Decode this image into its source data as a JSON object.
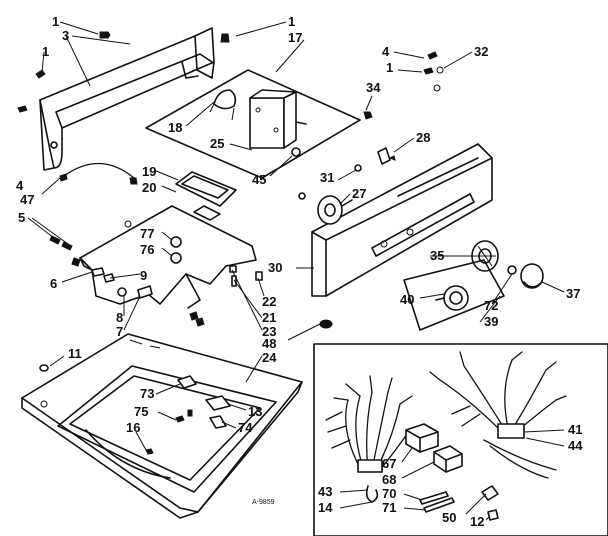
{
  "diagram_code": "A-9859",
  "callouts": {
    "c1a": "1",
    "c1b": "1",
    "c1c": "1",
    "c1d": "1",
    "c3": "3",
    "c4a": "4",
    "c4b": "4",
    "c17": "17",
    "c32": "32",
    "c34": "34",
    "c18": "18",
    "c25": "25",
    "c45": "45",
    "c28": "28",
    "c31": "31",
    "c27": "27",
    "c47": "47",
    "c19": "19",
    "c20": "20",
    "c5": "5",
    "c77": "77",
    "c76": "76",
    "c6": "6",
    "c9": "9",
    "c8": "8",
    "c7": "7",
    "c30": "30",
    "c22": "22",
    "c21": "21",
    "c23": "23",
    "c48": "48",
    "c24": "24",
    "c35": "35",
    "c40": "40",
    "c72": "72",
    "c39": "39",
    "c37": "37",
    "c11": "11",
    "c73": "73",
    "c75": "75",
    "c13": "13",
    "c16": "16",
    "c74": "74",
    "c41": "41",
    "c44": "44",
    "c67": "67",
    "c68": "68",
    "c70": "70",
    "c71": "71",
    "c43": "43",
    "c14": "14",
    "c50": "50",
    "c12": "12"
  }
}
